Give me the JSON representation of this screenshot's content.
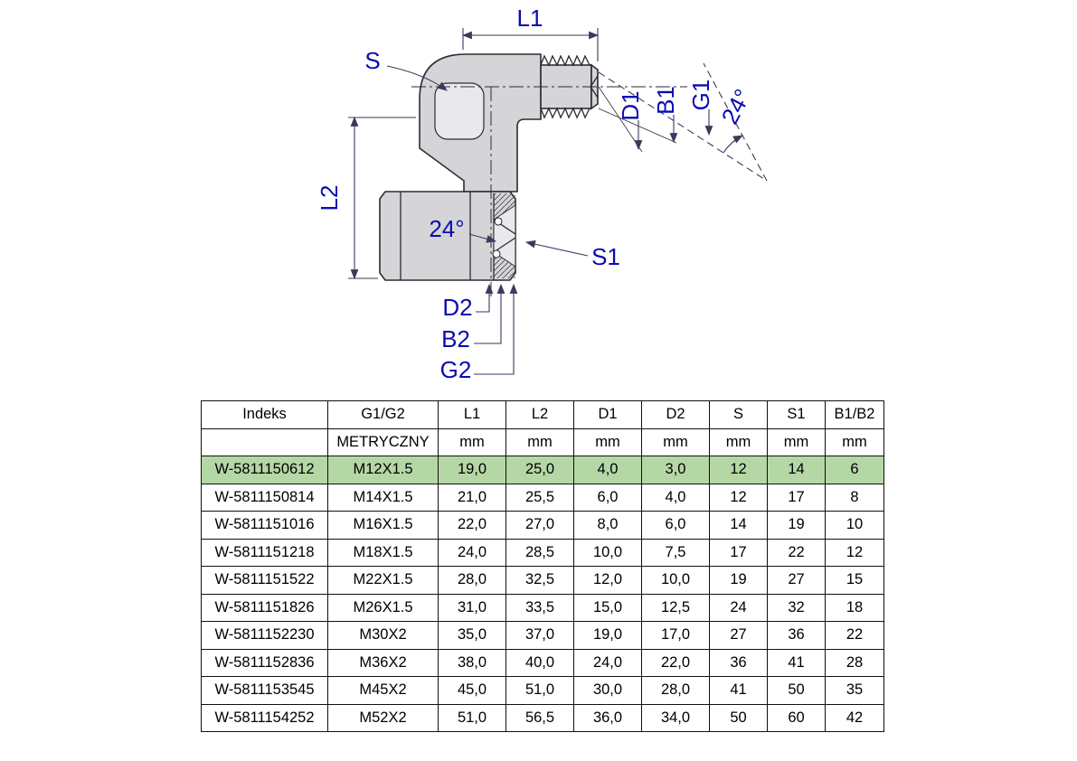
{
  "drawing": {
    "labels": {
      "l1": "L1",
      "l2": "L2",
      "s": "S",
      "s1": "S1",
      "d1": "D1",
      "b1": "B1",
      "g1": "G1",
      "d2": "D2",
      "b2": "B2",
      "g2": "G2",
      "angle_top": "24°",
      "angle_bottom": "24°"
    },
    "label_color": "#0a0ab4",
    "dim_line_color": "#3a3a5c",
    "body_fill": "#d5d5d8"
  },
  "table": {
    "headers": [
      "Indeks",
      "G1/G2",
      "L1",
      "L2",
      "D1",
      "D2",
      "S",
      "S1",
      "B1/B2"
    ],
    "units_row": [
      "",
      "METRYCZNY",
      "mm",
      "mm",
      "mm",
      "mm",
      "mm",
      "mm",
      "mm"
    ],
    "highlighted_row_index": 0,
    "highlight_color": "#b5d7a5",
    "rows": [
      [
        "W-5811150612",
        "M12X1.5",
        "19,0",
        "25,0",
        "4,0",
        "3,0",
        "12",
        "14",
        "6"
      ],
      [
        "W-5811150814",
        "M14X1.5",
        "21,0",
        "25,5",
        "6,0",
        "4,0",
        "12",
        "17",
        "8"
      ],
      [
        "W-5811151016",
        "M16X1.5",
        "22,0",
        "27,0",
        "8,0",
        "6,0",
        "14",
        "19",
        "10"
      ],
      [
        "W-5811151218",
        "M18X1.5",
        "24,0",
        "28,5",
        "10,0",
        "7,5",
        "17",
        "22",
        "12"
      ],
      [
        "W-5811151522",
        "M22X1.5",
        "28,0",
        "32,5",
        "12,0",
        "10,0",
        "19",
        "27",
        "15"
      ],
      [
        "W-5811151826",
        "M26X1.5",
        "31,0",
        "33,5",
        "15,0",
        "12,5",
        "24",
        "32",
        "18"
      ],
      [
        "W-5811152230",
        "M30X2",
        "35,0",
        "37,0",
        "19,0",
        "17,0",
        "27",
        "36",
        "22"
      ],
      [
        "W-5811152836",
        "M36X2",
        "38,0",
        "40,0",
        "24,0",
        "22,0",
        "36",
        "41",
        "28"
      ],
      [
        "W-5811153545",
        "M45X2",
        "45,0",
        "51,0",
        "30,0",
        "28,0",
        "41",
        "50",
        "35"
      ],
      [
        "W-5811154252",
        "M52X2",
        "51,0",
        "56,5",
        "36,0",
        "34,0",
        "50",
        "60",
        "42"
      ]
    ]
  }
}
